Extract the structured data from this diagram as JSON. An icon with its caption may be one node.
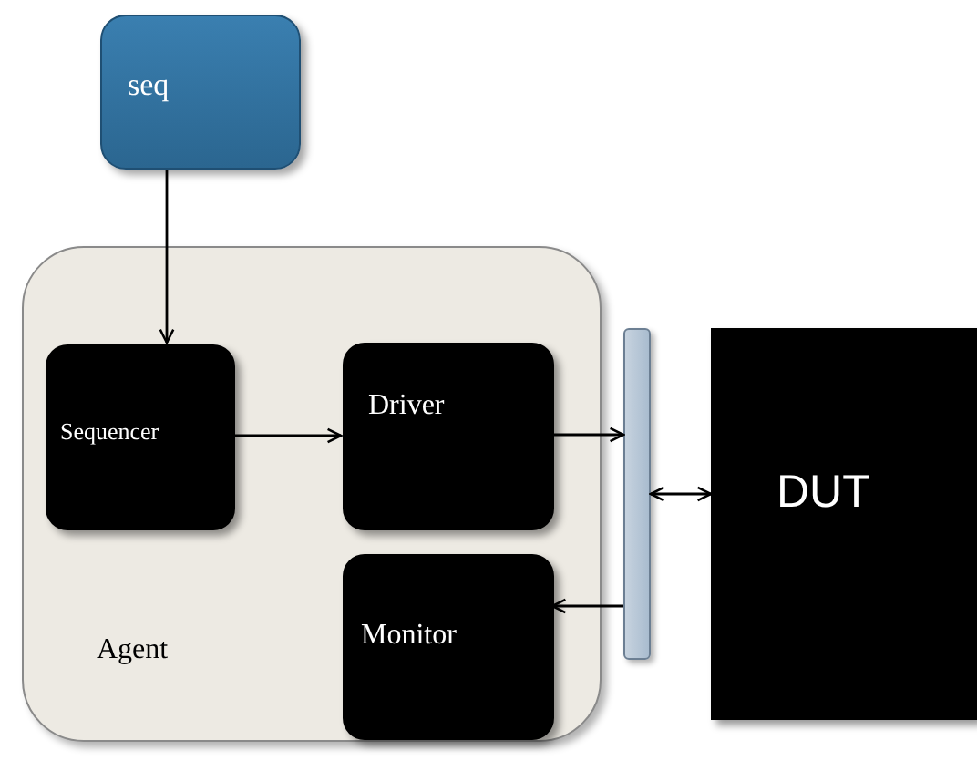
{
  "diagram": {
    "nodes": [
      {
        "text": [
          "seq"
        ]
      },
      {
        "text": [
          "Agent"
        ]
      },
      {
        "text": [
          "Sequencer"
        ],
        "in": 1
      },
      {
        "text": [
          "Driver"
        ],
        "in": 1
      },
      {
        "text": [
          "Monitor"
        ],
        "in": 1
      },
      {
        "text": [],
        "shape": "bar"
      },
      {
        "text": [
          "DUT"
        ]
      }
    ],
    "edges": [
      {
        "from": 0,
        "to": 2,
        "arrow": "to"
      },
      {
        "from": 2,
        "to": 3,
        "arrow": "to"
      },
      {
        "from": 3,
        "to": 5,
        "arrow": "to"
      },
      {
        "from": 5,
        "to": 4,
        "arrow": "to"
      },
      {
        "from": 5,
        "to": 6,
        "arrow": "both"
      }
    ]
  }
}
